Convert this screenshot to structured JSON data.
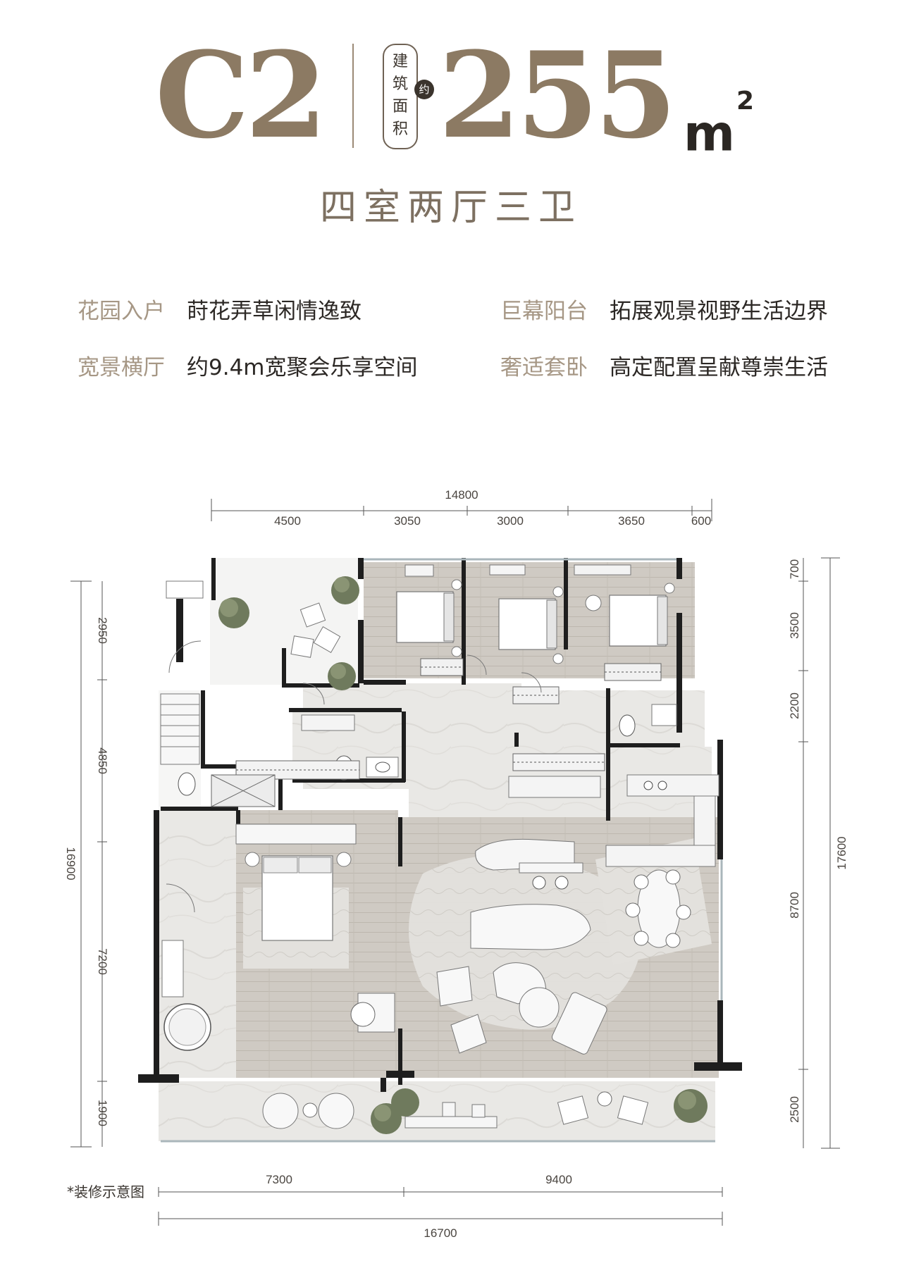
{
  "header": {
    "unit_code": "C2",
    "area_badge_chars": [
      "建",
      "筑",
      "面",
      "积"
    ],
    "approx_label": "约",
    "area_value": "255",
    "area_unit": "m",
    "area_unit_sup": "2",
    "layout_type": "四室两厅三卫"
  },
  "features": [
    {
      "label": "花园入户",
      "desc": "莳花弄草闲情逸致"
    },
    {
      "label": "巨幕阳台",
      "desc": "拓展观景视野生活边界"
    },
    {
      "label": "宽景横厅",
      "desc": "约9.4m宽聚会乐享空间"
    },
    {
      "label": "奢适套卧",
      "desc": "高定配置呈献尊崇生活"
    }
  ],
  "dimensions": {
    "top_total": "14800",
    "top_segments": [
      "4500",
      "3050",
      "3000",
      "3650",
      "600"
    ],
    "bottom_total": "16700",
    "bottom_segments": [
      "7300",
      "9400"
    ],
    "left_total": "16900",
    "left_segments": [
      "2950",
      "4850",
      "7200",
      "1900"
    ],
    "right_total": "17600",
    "right_segments": [
      "700",
      "3500",
      "2200",
      "8700",
      "2500"
    ]
  },
  "footnote": "*装修示意图",
  "colors": {
    "brand_brown": "#8c7a63",
    "label_brown": "#a69785",
    "wall": "#1e1e1e",
    "wood_floor": "#cfcac3",
    "marble_floor": "#e9e8e5"
  }
}
